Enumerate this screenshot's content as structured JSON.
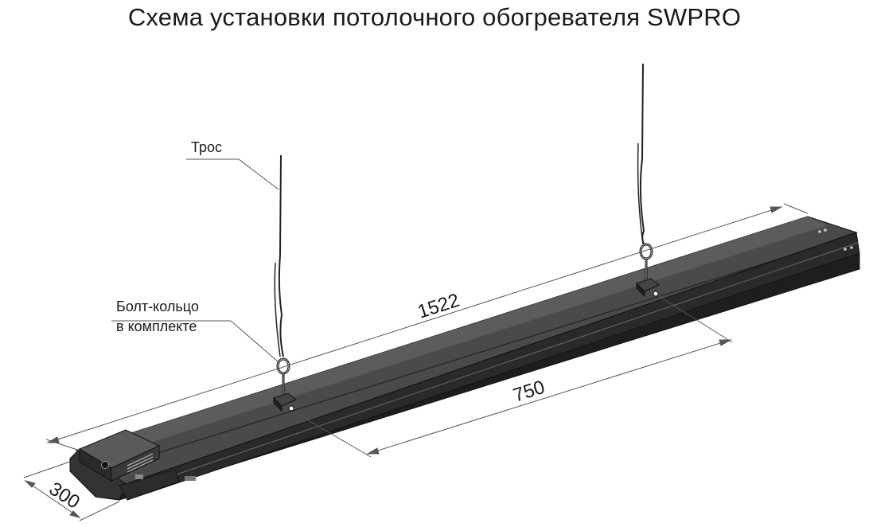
{
  "title": "Схема установки потолочного обогревателя SWPRO",
  "labels": {
    "cable": "Трос",
    "eyebolt_line1": "Болт-кольцо",
    "eyebolt_line2": "в комплекте"
  },
  "dimensions": {
    "length": "1522",
    "mount_spacing": "750",
    "width": "300"
  }
}
